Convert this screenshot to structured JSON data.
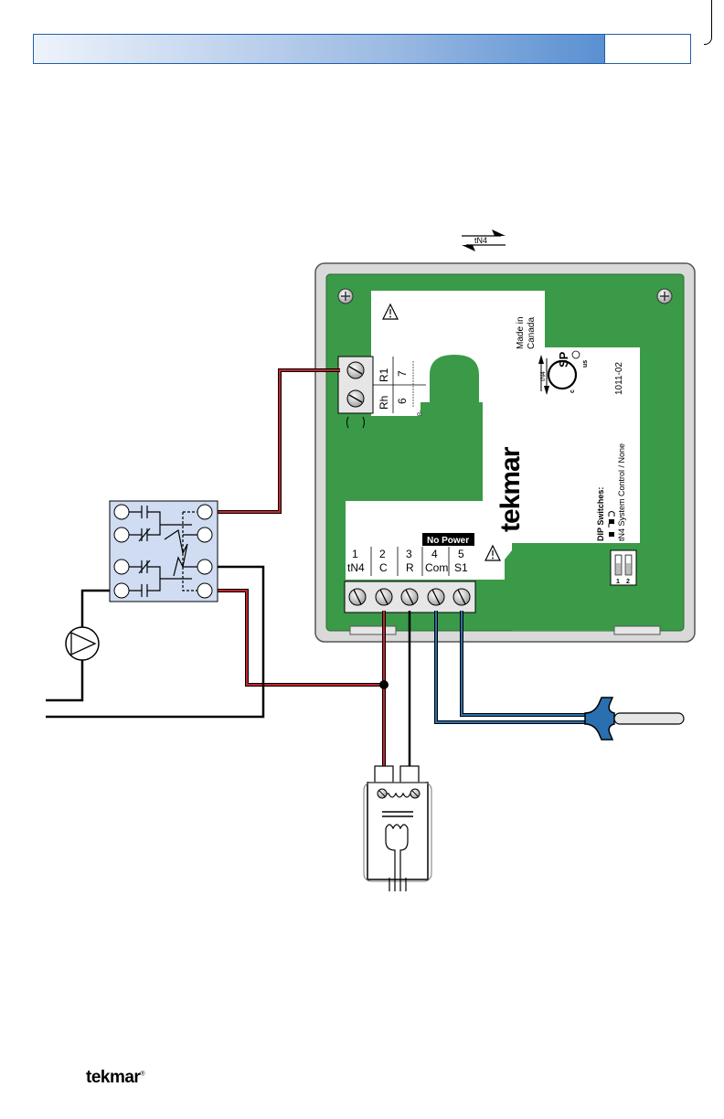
{
  "diagram": {
    "bus_label": "tN4",
    "thermostat": {
      "made_in": "Made in",
      "made_in_country": "Canada",
      "model": "1011-02",
      "brand": "tekmar",
      "csa_mark": "SP",
      "csa_c": "c",
      "csa_us": "us",
      "relay_block": {
        "top_names": [
          "R1",
          "Rh"
        ],
        "top_numbers": [
          "7",
          "6"
        ],
        "r_hint": "R-"
      },
      "dip_title": "DIP Switches:",
      "dip_function": "tN4 System Control / None",
      "dip_numbers": [
        "1",
        "2"
      ],
      "no_power": "No Power",
      "terminals": [
        {
          "num": "1",
          "name": "tN4"
        },
        {
          "num": "2",
          "name": "C"
        },
        {
          "num": "3",
          "name": "R"
        },
        {
          "num": "4",
          "name": "Com"
        },
        {
          "num": "5",
          "name": "S1"
        }
      ]
    },
    "colors": {
      "board": "#3a9a48",
      "red_wire": "#c1272d",
      "blue_wire": "#2a6fb0",
      "relay_bg": "#cfdcf2"
    }
  },
  "footer": {
    "brand": "tekmar",
    "reg": "®"
  }
}
